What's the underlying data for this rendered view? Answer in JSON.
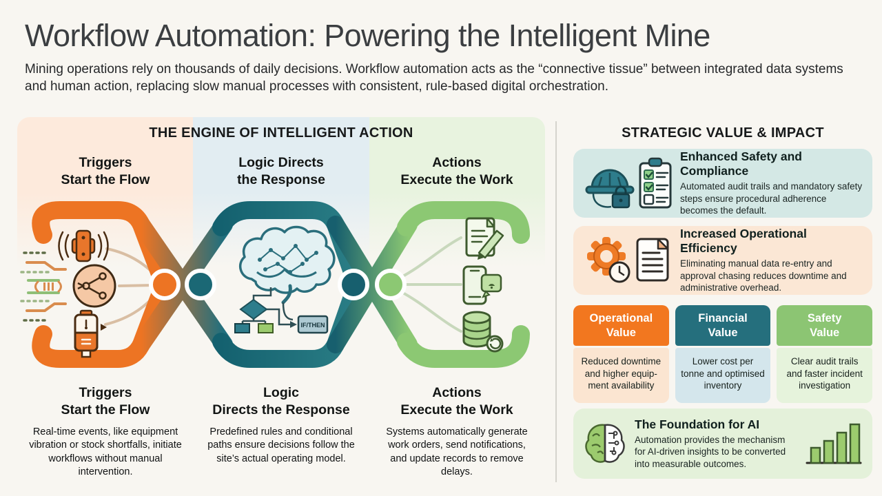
{
  "palette": {
    "background": "#F8F6F1",
    "orange": "#ED7423",
    "teal": "#1F6F7E",
    "green": "#8CC873",
    "tint_triggers": "#FDEADC",
    "tint_logic": "#E2EDF2",
    "tint_actions": "#E8F3DF"
  },
  "header": {
    "title": "Workflow Automation: Powering the Intelligent Mine",
    "subtitle": "Mining operations rely on thousands of daily decisions. Workflow automation acts as the “connective tissue” between integrated data systems and human action, replacing slow manual processes with consistent, rule-based digital orchestration."
  },
  "engine": {
    "heading": "THE ENGINE OF INTELLIGENT ACTION",
    "rule_label": "IF/THEN",
    "trigger_icons": [
      "vibration-sensor-icon",
      "data-event-icon",
      "tank-level-icon",
      "signal-traces-icon"
    ],
    "logic_icons": [
      "brain-logic-icon",
      "flowchart-icon"
    ],
    "action_icons": [
      "work-order-icon",
      "notification-phone-icon",
      "database-sync-icon"
    ],
    "stages": [
      {
        "top_title": "Triggers\nStart the Flow",
        "bottom_title": "Triggers\nStart the Flow",
        "description": "Real-time events, like equipment vibration or stock shortfalls, initiate workflows without manual intervention.",
        "color": "#ED7423"
      },
      {
        "top_title": "Logic Directs\nthe Response",
        "bottom_title": "Logic\nDirects the Response",
        "description": "Predefined rules and conditional paths ensure decisions follow the site’s actual operating model.",
        "color": "#1F6F7E"
      },
      {
        "top_title": "Actions\nExecute the Work",
        "bottom_title": "Actions\nExecute the Work",
        "description": "Systems automatically generate work orders, send notifications, and update records to remove delays.",
        "color": "#8CC873"
      }
    ]
  },
  "impact": {
    "heading": "STRATEGIC VALUE & IMPACT",
    "cards": [
      {
        "title": "Enhanced Safety and Compliance",
        "text": "Automated audit trails and mandatory safety steps ensure procedural adherence becomes the default.",
        "bg": "#D4E8E5",
        "icons": [
          "hard-hat-icon",
          "checklist-icon"
        ]
      },
      {
        "title": "Increased Operational Efficiency",
        "text": "Eliminating manual data re-entry and approval chasing reduces downtime and administrative overhead.",
        "bg": "#FBE7D5",
        "icons": [
          "gear-clock-icon",
          "document-icon"
        ]
      },
      {
        "title": "The Foundation for AI",
        "text": "Automation provides the mechanism for AI-driven insights to be converted into measurable outcomes.",
        "bg": "#E4F1DA",
        "icons": [
          "ai-brain-icon",
          "bar-chart-icon"
        ]
      }
    ],
    "values": [
      {
        "title": "Operational\nValue",
        "text": "Reduced downtime\nand higher equip-\nment availability",
        "header_bg": "#F2771F",
        "body_bg": "#FBE5D1"
      },
      {
        "title": "Financial\nValue",
        "text": "Lower cost per\ntonne and optimised\ninventory",
        "header_bg": "#256F7D",
        "body_bg": "#D4E6EC"
      },
      {
        "title": "Safety\nValue",
        "text": "Clear audit trails\nand faster incident\ninvestigation",
        "header_bg": "#8CC573",
        "body_bg": "#E6F3DC"
      }
    ]
  }
}
